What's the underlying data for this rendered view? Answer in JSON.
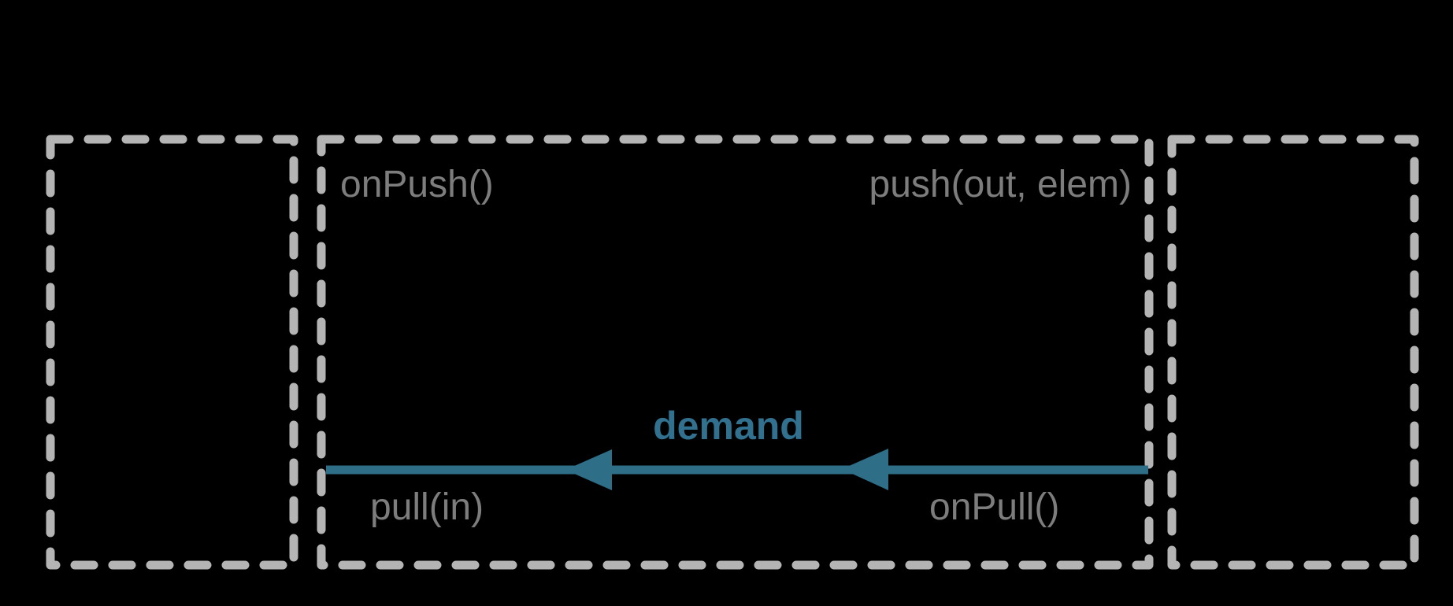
{
  "diagram": {
    "boxes": [
      {
        "name": "left-dashed-box"
      },
      {
        "name": "center-dashed-box",
        "labels": {
          "top_left": "onPush()",
          "top_right": "push(out, elem)",
          "bottom_left": "pull(in)",
          "bottom_right": "onPull()"
        }
      },
      {
        "name": "right-dashed-box"
      }
    ],
    "demand_arrow": {
      "label": "demand",
      "direction": "left",
      "arrowhead_count": 2
    },
    "colors": {
      "background": "#000000",
      "dashed_border": "#b4b4b4",
      "method_label": "#7d7d7d",
      "arrow": "#2e6e87",
      "arrow_label": "#31718f"
    }
  }
}
